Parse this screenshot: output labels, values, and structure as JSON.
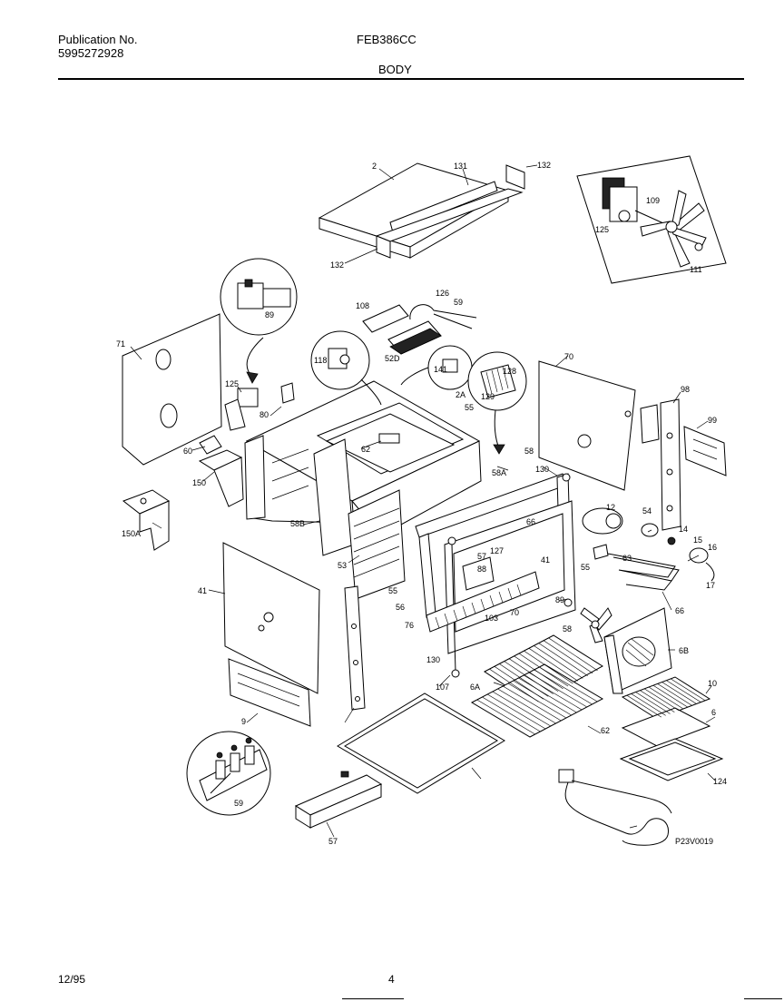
{
  "header": {
    "publication_label": "Publication No.",
    "publication_number": "5995272928",
    "model": "FEB386CC",
    "section": "BODY"
  },
  "footer": {
    "date": "12/95",
    "page": "4"
  },
  "diagram": {
    "code": "P23V0019",
    "callouts": [
      "2",
      "131",
      "132",
      "132",
      "125",
      "109",
      "111",
      "71",
      "89",
      "108",
      "126",
      "59",
      "52D",
      "118",
      "141",
      "128",
      "129",
      "70",
      "98",
      "99",
      "125",
      "80",
      "2A",
      "55",
      "60",
      "150",
      "62",
      "58A",
      "58",
      "130",
      "150A",
      "58B",
      "53",
      "66",
      "41",
      "12",
      "54",
      "14",
      "15",
      "16",
      "63",
      "55",
      "17",
      "66",
      "55",
      "57",
      "88",
      "127",
      "103",
      "70",
      "41",
      "76",
      "56",
      "58",
      "130",
      "107",
      "6B",
      "6A",
      "10",
      "6",
      "62",
      "59",
      "89",
      "9",
      "124",
      "57"
    ]
  }
}
